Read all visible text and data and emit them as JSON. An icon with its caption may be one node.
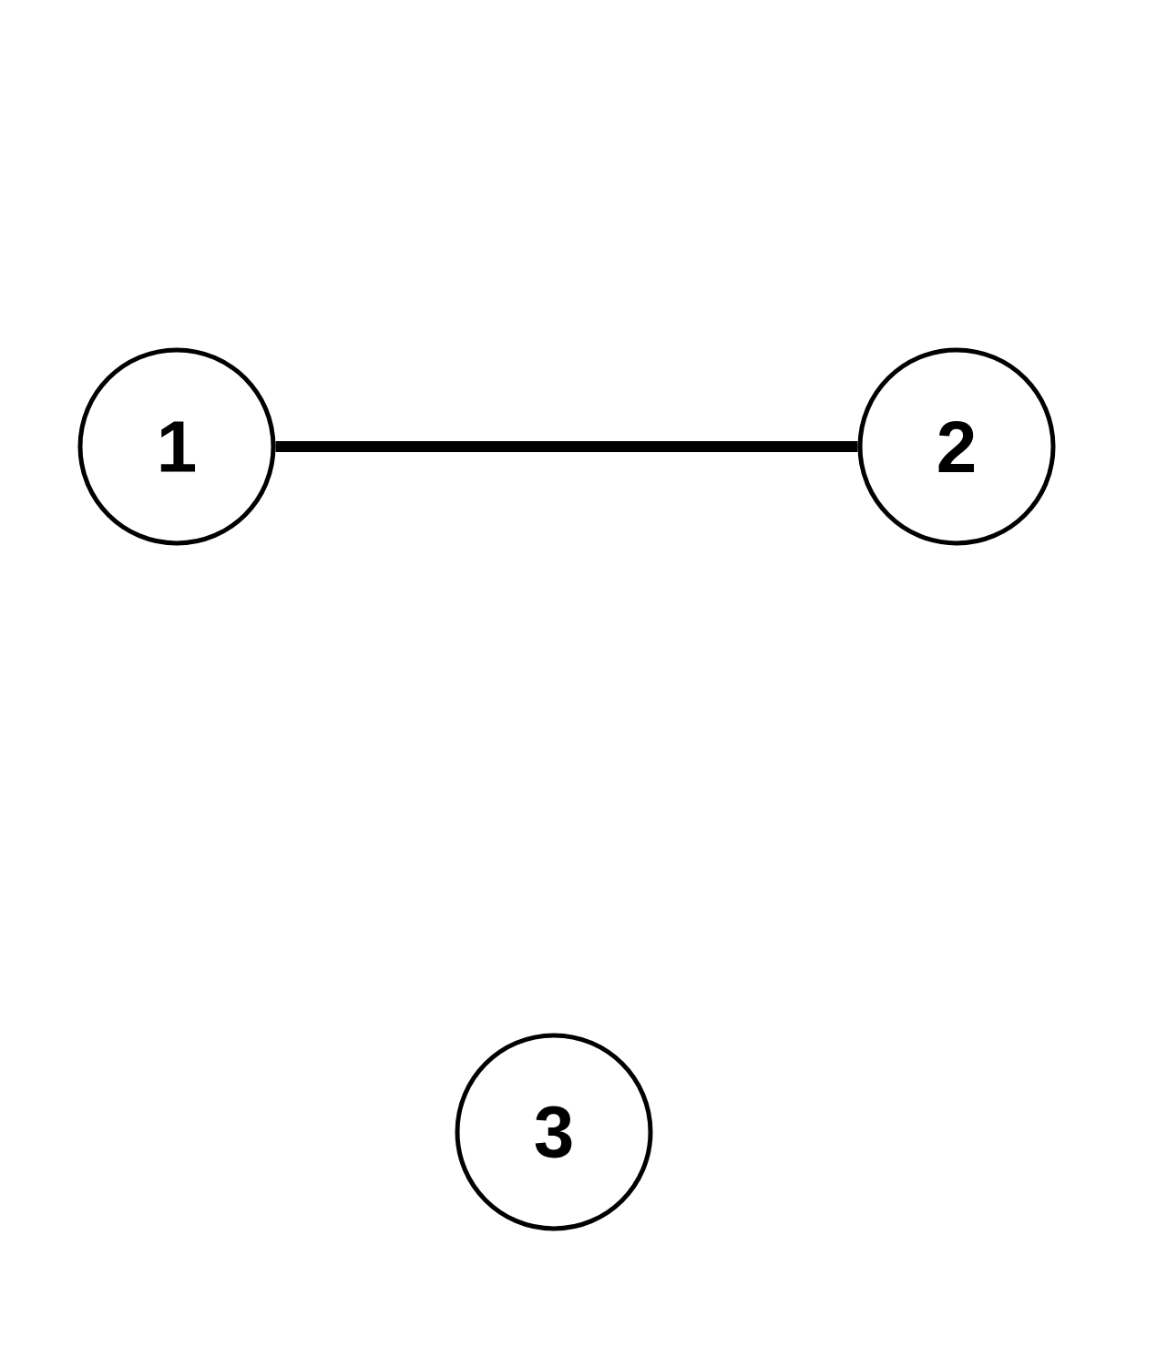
{
  "diagram": {
    "nodes": [
      {
        "text": [
          "1"
        ]
      },
      {
        "text": [
          "2"
        ]
      },
      {
        "text": [
          "3"
        ]
      }
    ],
    "edges": [
      {
        "from": 0,
        "to": 1,
        "arrow": "none"
      }
    ]
  }
}
